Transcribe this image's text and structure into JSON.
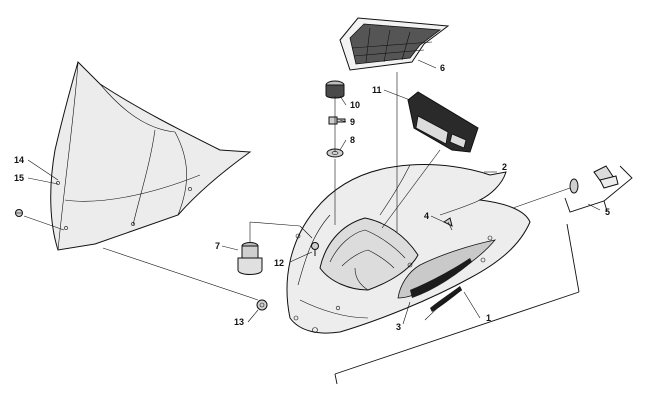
{
  "colors": {
    "line": "#111111",
    "shell_fill": "#e9e9e9",
    "shell_shadow": "#c9c9c9",
    "dark": "#1c1c1c",
    "mesh": "#555555",
    "background": "#ffffff"
  },
  "callouts": [
    {
      "id": "1",
      "label": "1"
    },
    {
      "id": "2",
      "label": "2"
    },
    {
      "id": "3",
      "label": "3"
    },
    {
      "id": "4",
      "label": "4"
    },
    {
      "id": "5",
      "label": "5"
    },
    {
      "id": "6",
      "label": "6"
    },
    {
      "id": "7",
      "label": "7"
    },
    {
      "id": "8",
      "label": "8"
    },
    {
      "id": "9",
      "label": "9"
    },
    {
      "id": "10",
      "label": "10"
    },
    {
      "id": "11",
      "label": "11"
    },
    {
      "id": "12",
      "label": "12"
    },
    {
      "id": "13",
      "label": "13"
    },
    {
      "id": "14",
      "label": "14"
    },
    {
      "id": "15",
      "label": "15"
    }
  ]
}
